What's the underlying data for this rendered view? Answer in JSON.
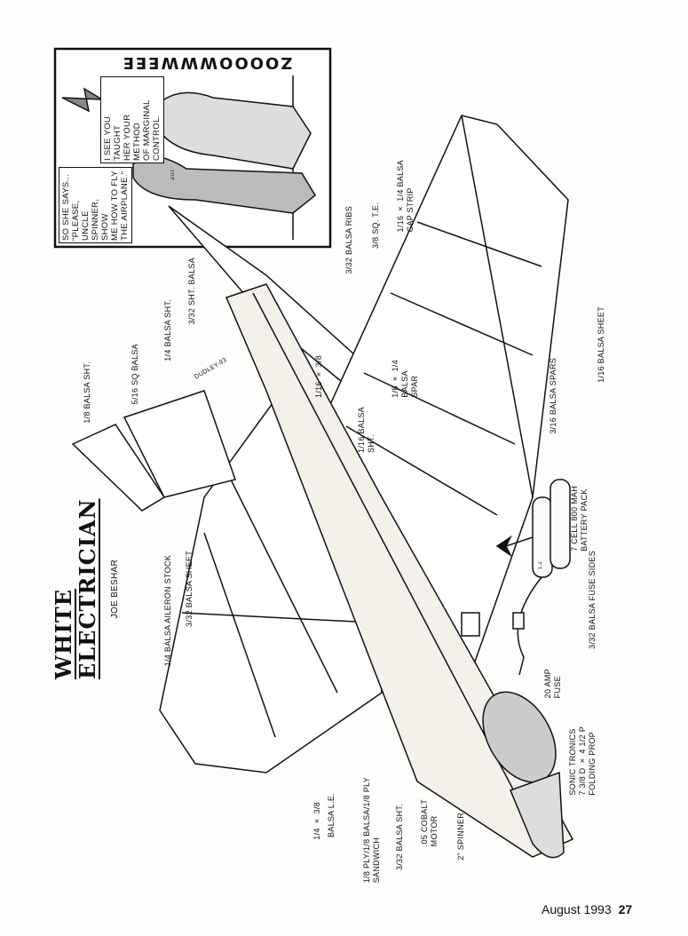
{
  "article": {
    "title_line1": "WHITE",
    "title_line2": "ELECTRICIAN",
    "author": "JOE BESHAR"
  },
  "cartoon": {
    "sound_effect": "ZOOOOWWWEEE",
    "speech_right": "I SEE YOU TAUGHT\nHER YOUR METHOD\nOF MARGINAL\n      CONTROL.",
    "speech_left": "SO SHE SAYS...\n\"PLEASE, UNCLE\nSPINNER, SHOW\nME HOW TO FLY\nTHE AIRPLANE.\"",
    "badge_text": "ZUT"
  },
  "labels": {
    "stab_sheet": "1/8 BALSA SHT.",
    "sq_balsa": "5/16 SQ BALSA",
    "quarter_sheet": "1/4 BALSA SHT.",
    "sht_balsa": "3/32 SHT. BALSA",
    "strip": "1/16 × 3/8",
    "sixteenth_sht": "1/16 BALSA\nSHT.",
    "ribs": "3/32 BALSA RIBS",
    "te": "3/8 SQ. T.E.",
    "cap_strip": "1/16 × 1/4 BALSA\nCAP STRIP",
    "spar": "1/8 × 1/4\nBALSA\nSPAR",
    "sheet": "1/16 BALSA SHEET",
    "spars": "3/16 BALSA SPARS",
    "battery": "7 CELL 800 MAH\nBATTERY PACK",
    "fuse": "20 AMP\nFUSE",
    "fuse_sides": "3/32 BALSA FUSE SIDES",
    "prop": "SONIC TRONICS\n7 3/8 D × 4 1/2 P\nFOLDING PROP",
    "le_size": "1/4 × 3/8",
    "le": "BALSA L.E.",
    "sandwich": "1/8 PLY/1/8 BALSA/1/8 PLY\nSANDWICH",
    "balsa_sht": "3/32 BALSA SHT.",
    "motor": ".05 COBALT\nMOTOR",
    "spinner": "2\" SPINNER",
    "aileron": "1/4 BALSA AILERON STOCK",
    "wing_sheet": "3/32 BALSA SHEET",
    "fuselage_marking": "DUDLEY-93",
    "cell_marking": "1.2"
  },
  "footer": {
    "issue": "August 1993",
    "page": "27"
  }
}
